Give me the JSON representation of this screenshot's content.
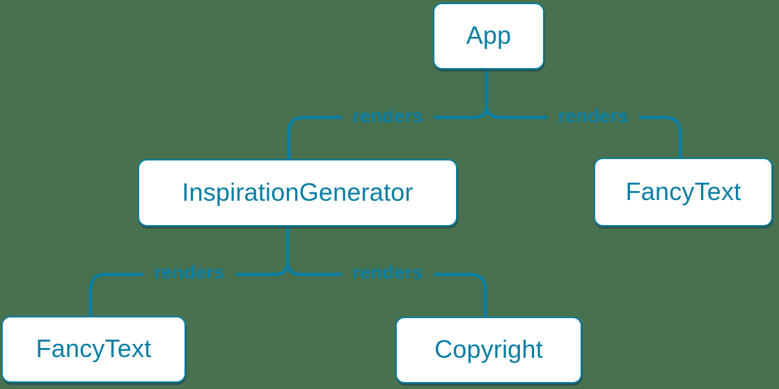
{
  "colors": {
    "background": "#47714f",
    "accent": "#087ea4",
    "node_fill": "#ffffff",
    "node_shadow": "rgba(16,58,82,0.5)"
  },
  "tree": {
    "nodes": [
      {
        "id": "app",
        "label": "App"
      },
      {
        "id": "inspiration-generator",
        "label": "InspirationGenerator"
      },
      {
        "id": "fancy-text-top",
        "label": "FancyText"
      },
      {
        "id": "fancy-text-bottom",
        "label": "FancyText"
      },
      {
        "id": "copyright",
        "label": "Copyright"
      }
    ],
    "edges": [
      {
        "from": "App",
        "to": "InspirationGenerator",
        "label": "renders"
      },
      {
        "from": "App",
        "to": "FancyText",
        "label": "renders"
      },
      {
        "from": "InspirationGenerator",
        "to": "FancyText",
        "label": "renders"
      },
      {
        "from": "InspirationGenerator",
        "to": "Copyright",
        "label": "renders"
      }
    ]
  }
}
